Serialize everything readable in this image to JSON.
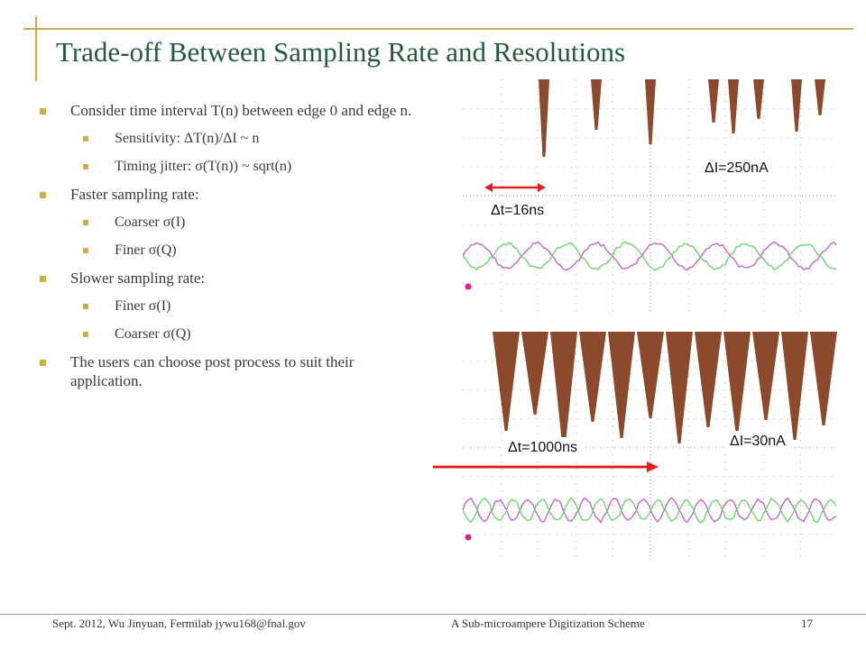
{
  "title": "Trade-off Between Sampling Rate and Resolutions",
  "bullets": [
    {
      "level": 1,
      "text": "Consider time interval T(n) between edge 0 and edge n."
    },
    {
      "level": 2,
      "text": "Sensitivity: ΔT(n)/ΔI ~ n"
    },
    {
      "level": 2,
      "text": "Timing jitter: σ(T(n)) ~ sqrt(n)"
    },
    {
      "level": 1,
      "text": "Faster sampling rate:"
    },
    {
      "level": 2,
      "text": "Coarser σ(I)"
    },
    {
      "level": 2,
      "text": "Finer σ(Q)"
    },
    {
      "level": 1,
      "text": "Slower sampling rate:"
    },
    {
      "level": 2,
      "text": "Finer σ(I)"
    },
    {
      "level": 2,
      "text": "Coarser σ(Q)"
    },
    {
      "level": 1,
      "text": "The users can choose post process to suit their application."
    }
  ],
  "scope_top": {
    "dt_label": "Δt=16ns",
    "di_label": "ΔI=250nA"
  },
  "scope_bottom": {
    "dt_label": "Δt=1000ns",
    "di_label": "ΔI=30nA"
  },
  "footer": {
    "left": "Sept. 2012, Wu Jinyuan, Fermilab jywu168@fnal.gov",
    "center": "A Sub-microampere Digitization Scheme",
    "page": "17"
  },
  "colors": {
    "accent": "#c9ad4f",
    "title": "#245a3a",
    "waveform_fill": "#8b4a2b",
    "trace_magenta": "#c266c9",
    "trace_green": "#6fd36f",
    "arrow_red": "#e02020"
  }
}
